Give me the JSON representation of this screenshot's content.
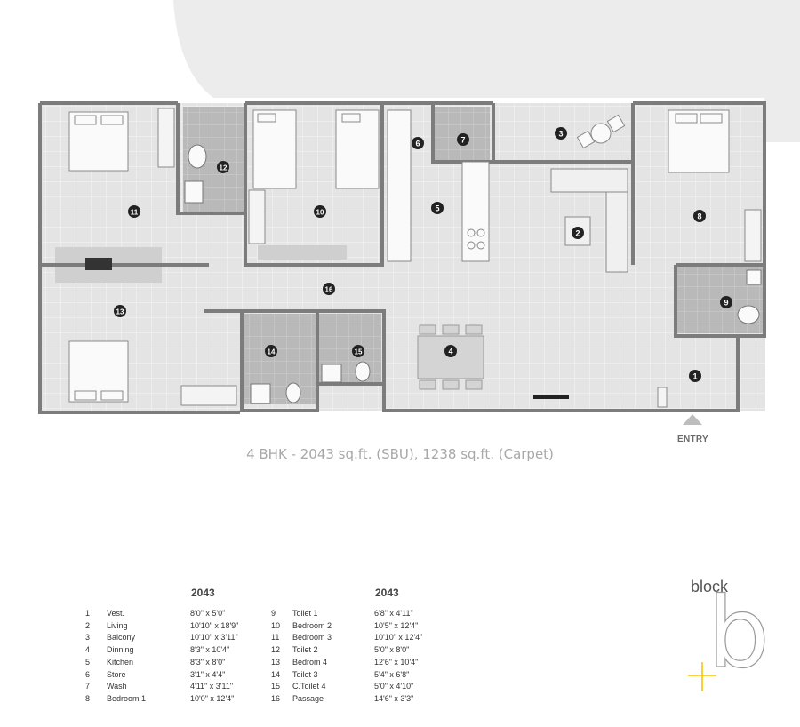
{
  "caption": "4 BHK - 2043 sq.ft. (SBU), 1238 sq.ft. (Carpet)",
  "entry_label": "ENTRY",
  "room_numbers": [
    "1",
    "2",
    "3",
    "4",
    "5",
    "6",
    "7",
    "8",
    "9",
    "10",
    "11",
    "12",
    "13",
    "14",
    "15",
    "16"
  ],
  "schedule": {
    "left_header": "2043",
    "right_header": "2043",
    "left": [
      {
        "no": "1",
        "name": "Vest.",
        "size": "8'0\" x 5'0\""
      },
      {
        "no": "2",
        "name": "Living",
        "size": "10'10\" x 18'9\""
      },
      {
        "no": "3",
        "name": "Balcony",
        "size": "10'10\" x 3'11\""
      },
      {
        "no": "4",
        "name": "Dinning",
        "size": "8'3\" x 10'4\""
      },
      {
        "no": "5",
        "name": "Kitchen",
        "size": "8'3\" x 8'0\""
      },
      {
        "no": "6",
        "name": "Store",
        "size": "3'1\" x 4'4\""
      },
      {
        "no": "7",
        "name": "Wash",
        "size": "4'11\" x 3'11\""
      },
      {
        "no": "8",
        "name": "Bedroom 1",
        "size": "10'0\" x 12'4\""
      }
    ],
    "right": [
      {
        "no": "9",
        "name": "Toilet 1",
        "size": "6'8\" x 4'11\""
      },
      {
        "no": "10",
        "name": "Bedroom 2",
        "size": "10'5\" x 12'4\""
      },
      {
        "no": "11",
        "name": "Bedroom 3",
        "size": "10'10\" x 12'4\""
      },
      {
        "no": "12",
        "name": "Toilet 2",
        "size": "5'0\" x 8'0\""
      },
      {
        "no": "13",
        "name": "Bedrom 4",
        "size": "12'6\" x 10'4\""
      },
      {
        "no": "14",
        "name": "Toilet 3",
        "size": "5'4\" x 6'8\""
      },
      {
        "no": "15",
        "name": "C.Toilet 4",
        "size": "5'0\" x 4'10\""
      },
      {
        "no": "16",
        "name": "Passage",
        "size": "14'6\" x 3'3\""
      }
    ]
  },
  "brand": {
    "word": "block",
    "letter": "b"
  },
  "colors": {
    "floor": "#e2e2e2",
    "wall": "#7c7c7c",
    "wet": "#b4b4b4",
    "accent": "#f5c400",
    "backdrop": "#eaeaea"
  }
}
